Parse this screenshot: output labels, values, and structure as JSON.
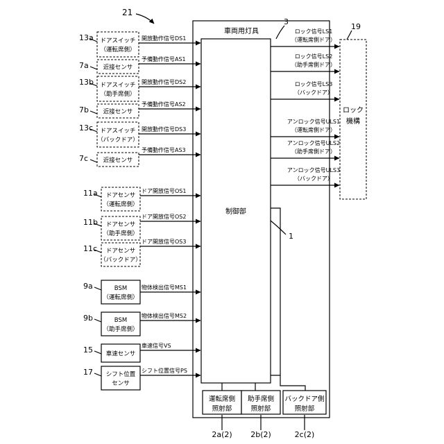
{
  "labels": {
    "fig_ref": "21",
    "lamp_ref": "3",
    "lock_ref": "19",
    "ctrl_ref": "1",
    "lamp_title": "車両用灯具",
    "controller": "制御部",
    "lock_l1": "ロック",
    "lock_l2": "機構"
  },
  "inputs": [
    {
      "ref": "13a",
      "box": [
        "ドアスイッチ",
        "（運転席側）"
      ],
      "signal": "開放動作信号DS1"
    },
    {
      "ref": "7a",
      "box": [
        "近接センサ"
      ],
      "signal": "予備動作信号AS1"
    },
    {
      "ref": "13b",
      "box": [
        "ドアスイッチ",
        "（助手席側）"
      ],
      "signal": "開放動作信号DS2"
    },
    {
      "ref": "7b",
      "box": [
        "近接センサ"
      ],
      "signal": "予備動作信号AS2"
    },
    {
      "ref": "13c",
      "box": [
        "ドアスイッチ",
        "（バックドア）"
      ],
      "signal": "開放動作信号DS3"
    },
    {
      "ref": "7c",
      "box": [
        "近接センサ"
      ],
      "signal": "予備動作信号AS3"
    },
    {
      "ref": "11a",
      "box": [
        "ドアセンサ",
        "（運転席側）"
      ],
      "signal": "ドア開放信号OS1"
    },
    {
      "ref": "11b",
      "box": [
        "ドアセンサ",
        "（助手席側）"
      ],
      "signal": "ドア開放信号OS2"
    },
    {
      "ref": "11c",
      "box": [
        "ドアセンサ",
        "（バックドア）"
      ],
      "signal": "ドア開放信号OS3"
    },
    {
      "ref": "9a",
      "box": [
        "BSM",
        "（運転席側）"
      ],
      "signal": "物体検出信号MS1"
    },
    {
      "ref": "9b",
      "box": [
        "BSM",
        "（助手席側）"
      ],
      "signal": "物体検出信号MS2"
    },
    {
      "ref": "15",
      "box": [
        "車速センサ"
      ],
      "signal": "車速信号VS"
    },
    {
      "ref": "17",
      "box": [
        "シフト位置",
        "センサ"
      ],
      "signal": "シフト位置信号PS"
    }
  ],
  "outputs": [
    {
      "l1": "ロック信号LS1",
      "l2": "（運転席側ドア）"
    },
    {
      "l1": "ロック信号LS2",
      "l2": "（助手席側ドア）"
    },
    {
      "l1": "ロック信号LS3",
      "l2": "（バックドア）"
    },
    {
      "l1": "アンロック信号ULS1",
      "l2": "（運転席側ドア）"
    },
    {
      "l1": "アンロック信号ULS2",
      "l2": "（助手席側ドア）"
    },
    {
      "l1": "アンロック信号ULS3",
      "l2": "（バックドア）"
    }
  ],
  "lamps": [
    {
      "l1": "運転席側",
      "l2": "照射部",
      "ref": "2a(2)"
    },
    {
      "l1": "助手席側",
      "l2": "照射部",
      "ref": "2b(2)"
    },
    {
      "l1": "バックドア側",
      "l2": "照射部",
      "ref": "2c(2)"
    }
  ]
}
